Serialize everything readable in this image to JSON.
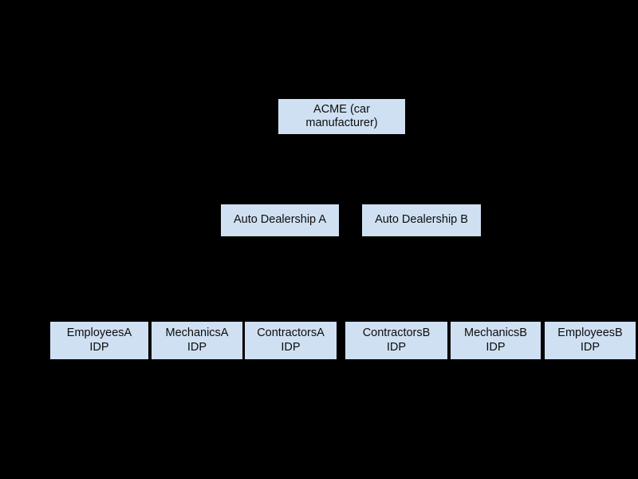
{
  "diagram": {
    "type": "org-hierarchy",
    "background_color": "#000000",
    "node_fill_color": "#cfe0f2",
    "node_text_color": "#0d0d0d",
    "tiers": [
      {
        "level": 1,
        "nodes": [
          {
            "id": "acme",
            "label": "ACME (car\nmanufacturer)"
          }
        ]
      },
      {
        "level": 2,
        "nodes": [
          {
            "id": "dealer_a",
            "label": "Auto Dealership A"
          },
          {
            "id": "dealer_b",
            "label": "Auto Dealership B"
          }
        ]
      },
      {
        "level": 3,
        "nodes": [
          {
            "id": "employees_a",
            "label": "EmployeesA\nIDP"
          },
          {
            "id": "mechanics_a",
            "label": "MechanicsA\nIDP"
          },
          {
            "id": "contractors_a",
            "label": "ContractorsA\nIDP"
          },
          {
            "id": "contractors_b",
            "label": "ContractorsB\nIDP"
          },
          {
            "id": "mechanics_b",
            "label": "MechanicsB\nIDP"
          },
          {
            "id": "employees_b",
            "label": "EmployeesB\nIDP"
          }
        ]
      }
    ]
  }
}
